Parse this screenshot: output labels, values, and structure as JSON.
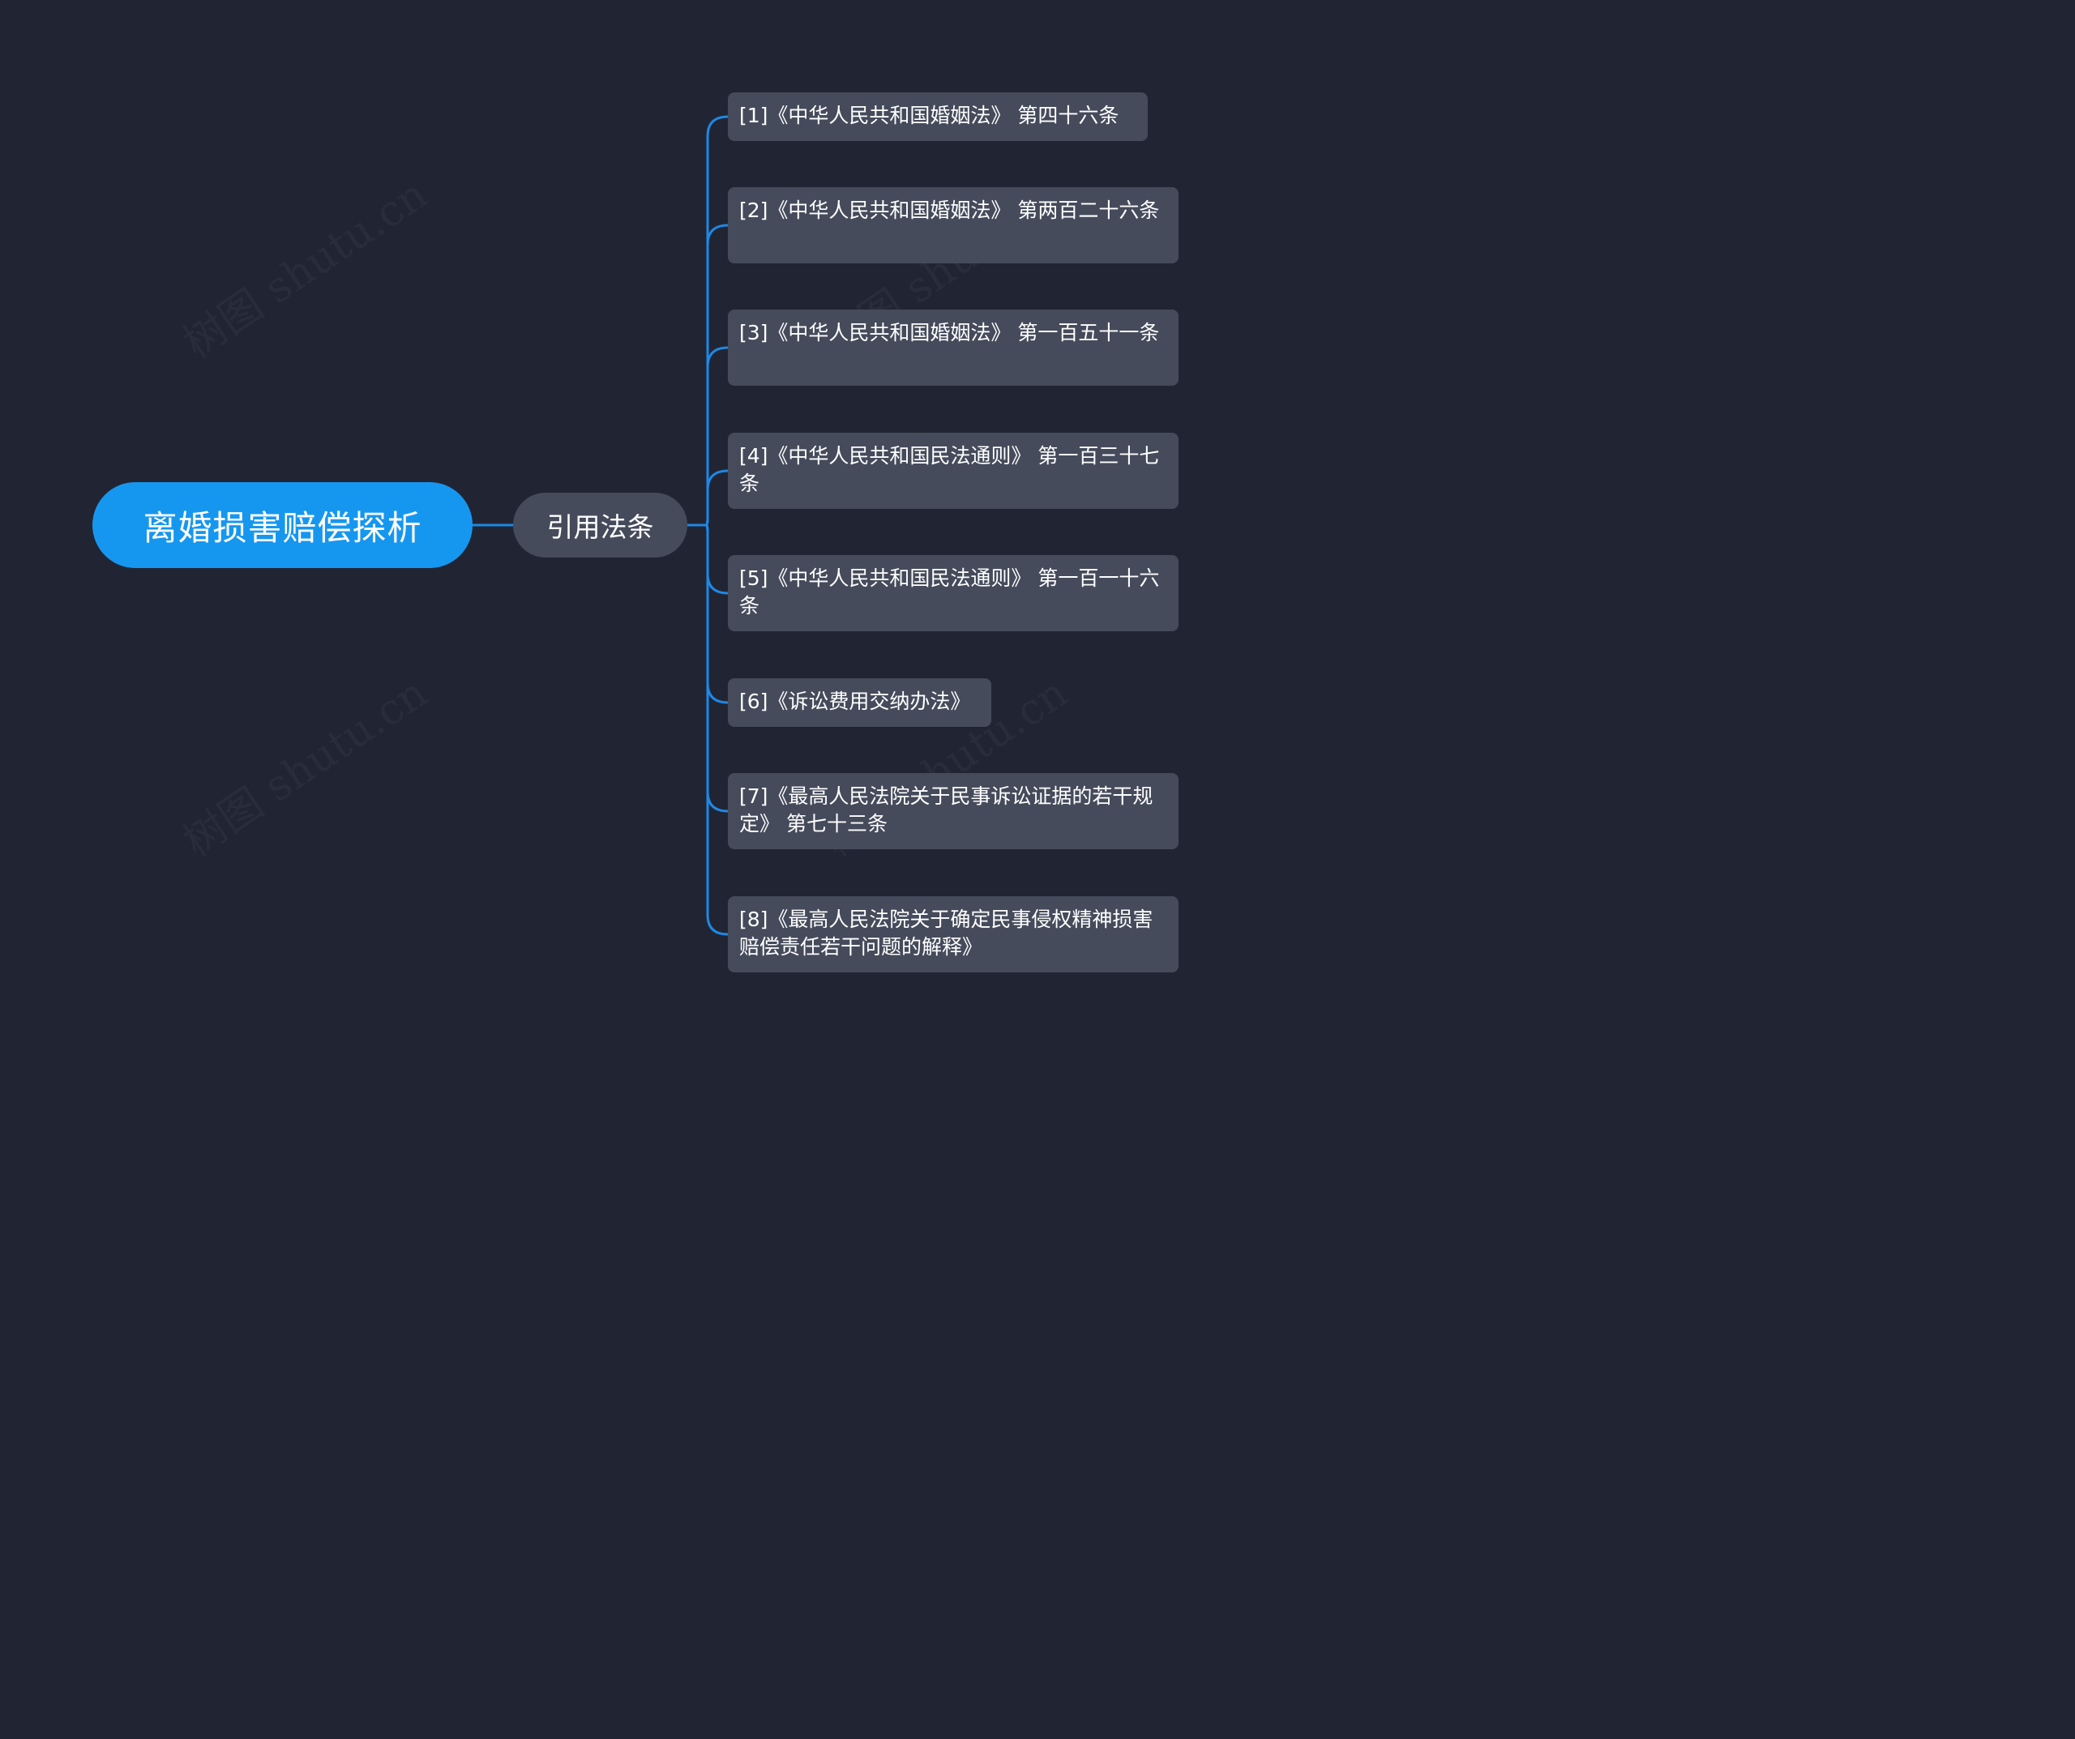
{
  "colors": {
    "background": "#212533",
    "root_fill": "#1697ef",
    "node_fill": "#454b5b",
    "link_color": "#1e88e5"
  },
  "watermark": "树图 shutu.cn",
  "root": {
    "label": "离婚损害赔偿探析"
  },
  "branch": {
    "label": "引用法条"
  },
  "leaves": [
    {
      "label": "[1]《中华人民共和国婚姻法》 第四十六条"
    },
    {
      "label": "[2]《中华人民共和国婚姻法》 第两百二十六条"
    },
    {
      "label": "[3]《中华人民共和国婚姻法》 第一百五十一条"
    },
    {
      "label": "[4]《中华人民共和国民法通则》 第一百三十七条"
    },
    {
      "label": "[5]《中华人民共和国民法通则》 第一百一十六条"
    },
    {
      "label": "[6]《诉讼费用交纳办法》"
    },
    {
      "label": "[7]《最高人民法院关于民事诉讼证据的若干规定》 第七十三条"
    },
    {
      "label": "[8]《最高人民法院关于确定民事侵权精神损害赔偿责任若干问题的解释》"
    }
  ]
}
